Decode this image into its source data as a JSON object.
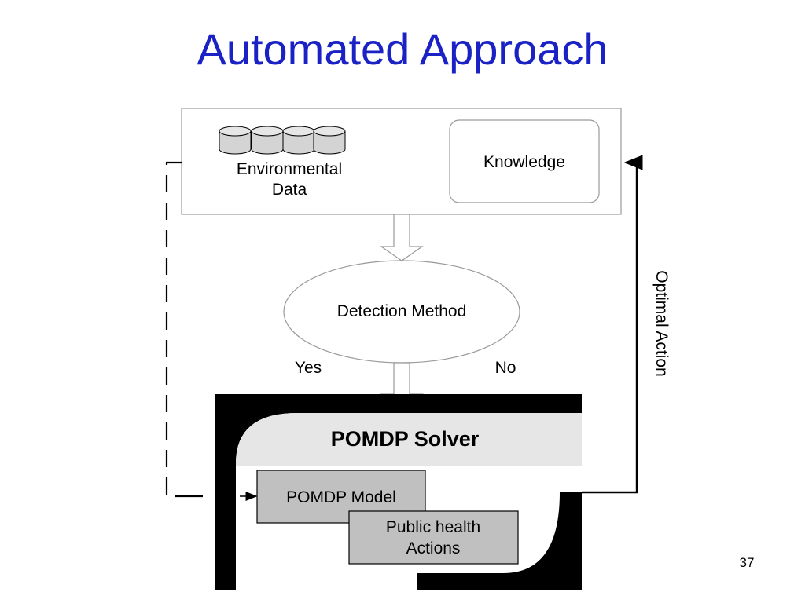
{
  "slide": {
    "title": "Automated Approach",
    "page_number": "37"
  },
  "diagram": {
    "top_box": {
      "data_label": "Environmental Data",
      "data_label_line1": "Environmental",
      "data_label_line2": "Data",
      "knowledge_label": "Knowledge"
    },
    "detection": {
      "label": "Detection Method",
      "yes_label": "Yes",
      "no_label": "No"
    },
    "solver": {
      "header": "POMDP Solver",
      "model_label": "POMDP Model",
      "actions_label": "Public health Actions",
      "actions_line1": "Public health",
      "actions_line2": "Actions"
    },
    "feedback": {
      "optimal_action_label": "Optimal Action"
    }
  }
}
